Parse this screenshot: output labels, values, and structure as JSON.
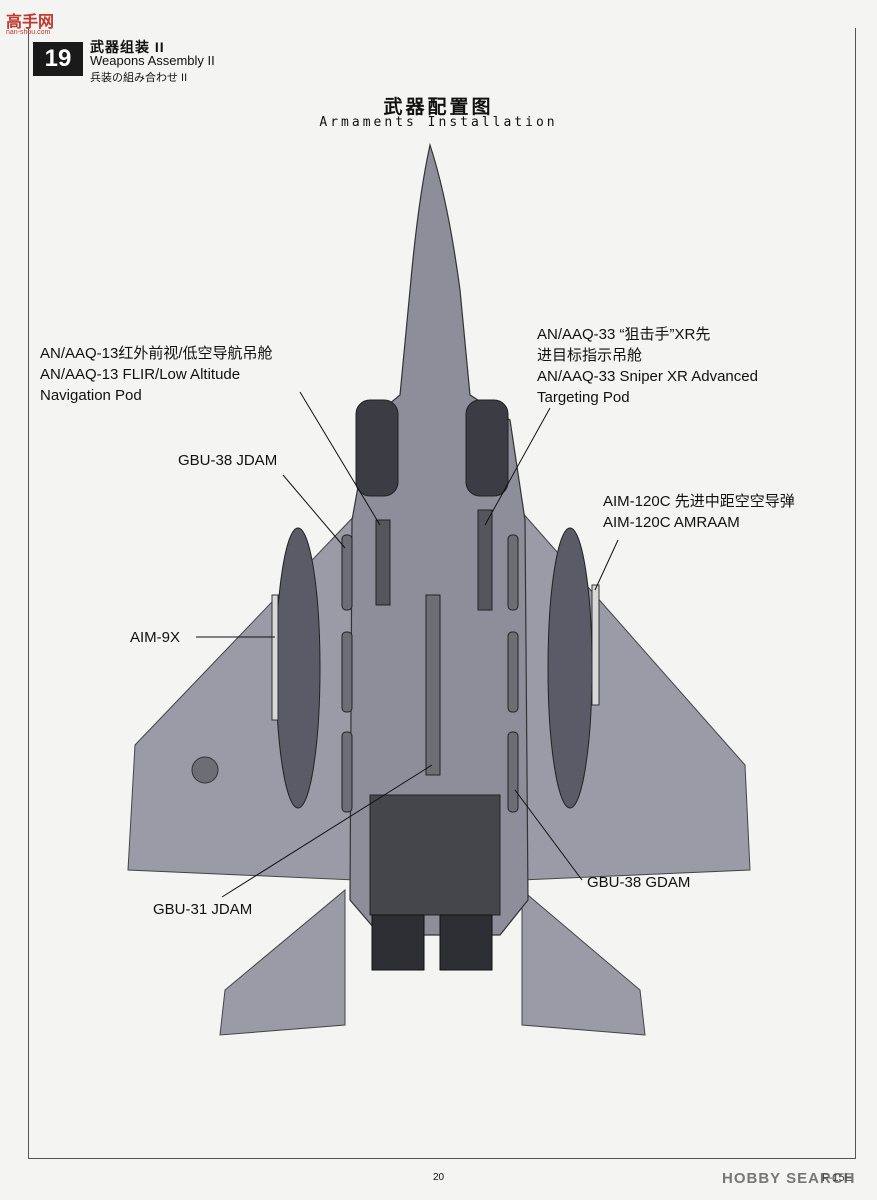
{
  "watermark_top": {
    "text": "高手网",
    "sub": "nan-shou.com"
  },
  "step": {
    "number": "19",
    "title_cn": "武器组装 II",
    "title_en": "Weapons Assembly II",
    "title_jp": "兵装の組み合わせ II"
  },
  "heading": {
    "cn": "武器配置图",
    "en": "Armaments Installation"
  },
  "labels": {
    "flir_cn": "AN/AAQ-13红外前视/低空导航吊舱",
    "flir_en1": "AN/AAQ-13 FLIR/Low Altitude",
    "flir_en2": "Navigation Pod",
    "sniper_cn1": "AN/AAQ-33 “狙击手”XR先",
    "sniper_cn2": "进目标指示吊舱",
    "sniper_en1": "AN/AAQ-33 Sniper XR Advanced",
    "sniper_en2": "Targeting Pod",
    "gbu38_jdam": "GBU-38 JDAM",
    "aim120_cn": "AIM-120C 先进中距空空导弹",
    "aim120_en": "AIM-120C AMRAAM",
    "aim9x": "AIM-9X",
    "gbu31": "GBU-31 JDAM",
    "gbu38_gdam": "GBU-38 GDAM"
  },
  "footer": {
    "page": "20",
    "brand": "HOBBY SEARCH",
    "code": "F-15E"
  },
  "colors": {
    "airframe": "#8d8e9a",
    "intake": "#3b3c44",
    "exhaust": "#2e2f34"
  }
}
